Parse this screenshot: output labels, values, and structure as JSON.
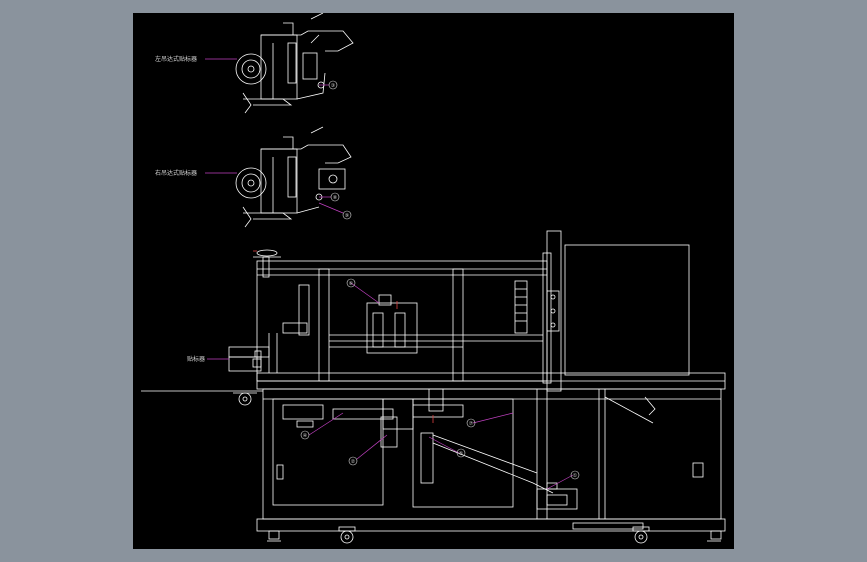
{
  "window": {
    "background": "#8a939d",
    "canvas_background": "#000000"
  },
  "colors": {
    "line": "#ffffff",
    "leader": "#c040c0",
    "accent": "#e04040"
  },
  "labels": {
    "upper_unit": "左吊达式贴标器",
    "middle_unit": "右吊达式贴标器",
    "left_unit": "贴标器"
  },
  "callouts": {
    "c1": "①",
    "c2": "②",
    "c3": "③",
    "c4": "④",
    "c5": "⑤",
    "c6": "⑥",
    "c7": "⑦",
    "c8": "⑧",
    "c9": "⑨"
  }
}
